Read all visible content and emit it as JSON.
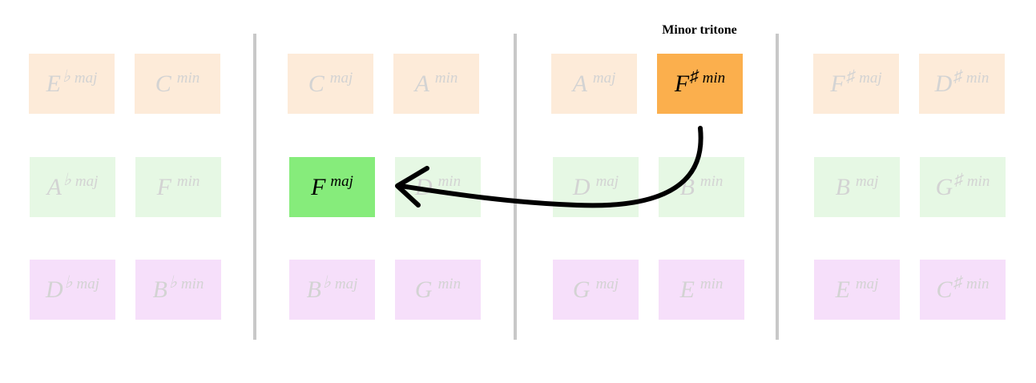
{
  "heading": "Minor tritone",
  "accidentals": {
    "flat": "♭",
    "sharp": "♯"
  },
  "colors": {
    "orange_faded": "#fdebd9",
    "green_faded": "#e6f8e4",
    "purple_faded": "#f6dffa",
    "orange_highlight": "#fbaf4d",
    "green_highlight": "#86ec7b",
    "faded_text": "#d3d3d3",
    "active_text": "#000000",
    "divider": "#c8c8c8"
  },
  "columns": [
    {
      "rows": [
        [
          {
            "root": "E",
            "acc": "♭",
            "quality": "maj"
          },
          {
            "root": "C",
            "acc": "",
            "quality": "min"
          }
        ],
        [
          {
            "root": "A",
            "acc": "♭",
            "quality": "maj"
          },
          {
            "root": "F",
            "acc": "",
            "quality": "min"
          }
        ],
        [
          {
            "root": "D",
            "acc": "♭",
            "quality": "maj"
          },
          {
            "root": "B",
            "acc": "♭",
            "quality": "min"
          }
        ]
      ]
    },
    {
      "rows": [
        [
          {
            "root": "C",
            "acc": "",
            "quality": "maj"
          },
          {
            "root": "A",
            "acc": "",
            "quality": "min"
          }
        ],
        [
          {
            "root": "F",
            "acc": "",
            "quality": "maj",
            "active": true
          },
          {
            "root": "D",
            "acc": "",
            "quality": "min"
          }
        ],
        [
          {
            "root": "B",
            "acc": "♭",
            "quality": "maj"
          },
          {
            "root": "G",
            "acc": "",
            "quality": "min"
          }
        ]
      ]
    },
    {
      "rows": [
        [
          {
            "root": "A",
            "acc": "",
            "quality": "maj"
          },
          {
            "root": "F",
            "acc": "♯",
            "quality": "min",
            "active": true
          }
        ],
        [
          {
            "root": "D",
            "acc": "",
            "quality": "maj"
          },
          {
            "root": "B",
            "acc": "",
            "quality": "min"
          }
        ],
        [
          {
            "root": "G",
            "acc": "",
            "quality": "maj"
          },
          {
            "root": "E",
            "acc": "",
            "quality": "min"
          }
        ]
      ]
    },
    {
      "rows": [
        [
          {
            "root": "F",
            "acc": "♯",
            "quality": "maj"
          },
          {
            "root": "D",
            "acc": "♯",
            "quality": "min"
          }
        ],
        [
          {
            "root": "B",
            "acc": "",
            "quality": "maj"
          },
          {
            "root": "G",
            "acc": "♯",
            "quality": "min"
          }
        ],
        [
          {
            "root": "E",
            "acc": "",
            "quality": "maj"
          },
          {
            "root": "C",
            "acc": "♯",
            "quality": "min"
          }
        ]
      ]
    }
  ]
}
